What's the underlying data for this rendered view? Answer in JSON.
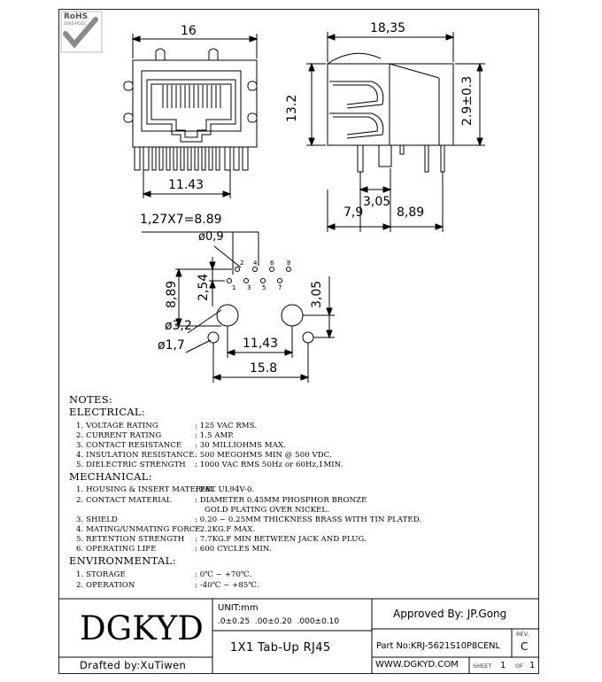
{
  "rohs": {
    "label": "RoHS",
    "sub": "2002/95/EC"
  },
  "dimensions": {
    "front_width": "16",
    "front_pin_span": "11.43",
    "side_length": "18,35",
    "side_height": "13.2",
    "side_offset": "2.9±0.3",
    "side_pin_a": "3,05",
    "side_pin_b": "7,9",
    "side_pin_c": "8,89",
    "pitch": "1,27X7=8.89",
    "pin_dia": "ø0,9",
    "row_gap": "2,54",
    "pin_to_post": "8,89",
    "post_dia": "ø3,2",
    "peg_dia": "ø1,7",
    "post_span": "11,43",
    "peg_offset": "3,05",
    "total_span": "15.8"
  },
  "pins": {
    "top": [
      "2",
      "4",
      "6",
      "8"
    ],
    "bottom": [
      "1",
      "3",
      "5",
      "7"
    ]
  },
  "notes": {
    "title": "NOTES:",
    "sections": [
      {
        "heading": "ELECTRICAL:",
        "items": [
          {
            "label": "1.  VOLTAGE RATING",
            "value": ":  125 VAC RMS."
          },
          {
            "label": "2.  CURRENT RATING",
            "value": ":  1.5 AMP."
          },
          {
            "label": "3.  CONTACT RESISTANCE",
            "value": ":  30 MILLIOHMS MAX."
          },
          {
            "label": "4.  INSULATION RESISTANCE",
            "value": ":  500 MEGOHMS MIN @ 500 VDC."
          },
          {
            "label": "5.  DIELECTRIC STRENGTH",
            "value": ":  1000 VAC RMS 50Hz or 60Hz,1MIN."
          }
        ]
      },
      {
        "heading": "MECHANICAL:",
        "items": [
          {
            "label": "1.  HOUSING & INSERT MATERIAL",
            "value": ":  PBT UL94V-0."
          },
          {
            "label": "2.  CONTACT MATERIAL",
            "value": ":  DIAMETER 0.45MM PHOSPHOR BRONZE"
          },
          {
            "label": "",
            "value": "GOLD PLATING OVER NICKEL."
          },
          {
            "label": "3.  SHIELD",
            "value": ":  0.20 ~ 0.25MM THICKNESS BRASS WITH TIN PLATED."
          },
          {
            "label": "4.  MATING/UNMATING FORCE",
            "value": ":  2.2KG.F MAX."
          },
          {
            "label": "5.  RETENTION STRENGTH",
            "value": ":  7.7KG.F MIN BETWEEN JACK AND PLUG."
          },
          {
            "label": "6.  OPERATING LIFE",
            "value": ":  600 CYCLES MIN."
          }
        ]
      },
      {
        "heading": "ENVIRONMENTAL:",
        "items": [
          {
            "label": "1.  STORAGE",
            "value": ":     0℃  ~  +70℃."
          },
          {
            "label": "2.  OPERATION",
            "value": ":   -40℃  ~  +85℃."
          }
        ]
      }
    ]
  },
  "title_block": {
    "company": "DGKYD",
    "unit_label": "UNIT:mm",
    "tolerances": ".0±0.25  .00±0.20  .000±0.10",
    "approved": "Approved By:  JP.Gong",
    "description": "1X1 Tab-Up RJ45",
    "part_no": "Part No:KRJ-5621S10P8CENL",
    "rev_label": "REV.",
    "rev_value": "C",
    "drafted": "Drafted by:XuTiwen",
    "website": "WWW.DGKYD.COM",
    "sheet_label": "SHEET",
    "sheet_no": "1",
    "of_label": "OF",
    "sheet_total": "1"
  }
}
